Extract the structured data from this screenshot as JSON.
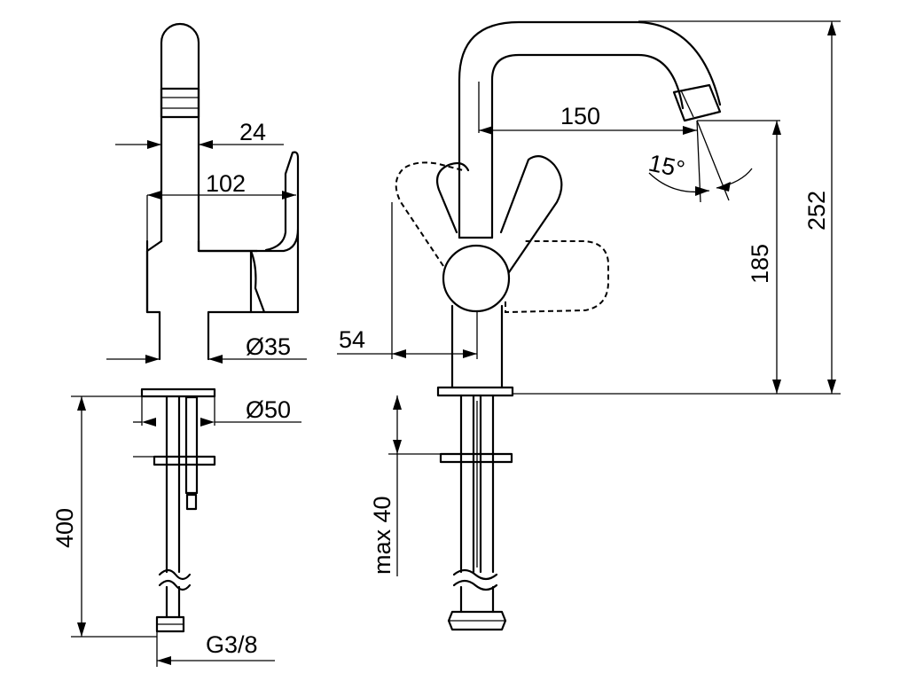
{
  "dimensions": {
    "d24": "24",
    "d102": "102",
    "d35": "Ø35",
    "d50": "Ø50",
    "d400": "400",
    "dG38": "G3/8",
    "d150": "150",
    "d15deg": "15°",
    "d185": "185",
    "d252": "252",
    "d54": "54",
    "dmax40": "max 40"
  },
  "colors": {
    "line": "#000000",
    "background": "#ffffff"
  }
}
